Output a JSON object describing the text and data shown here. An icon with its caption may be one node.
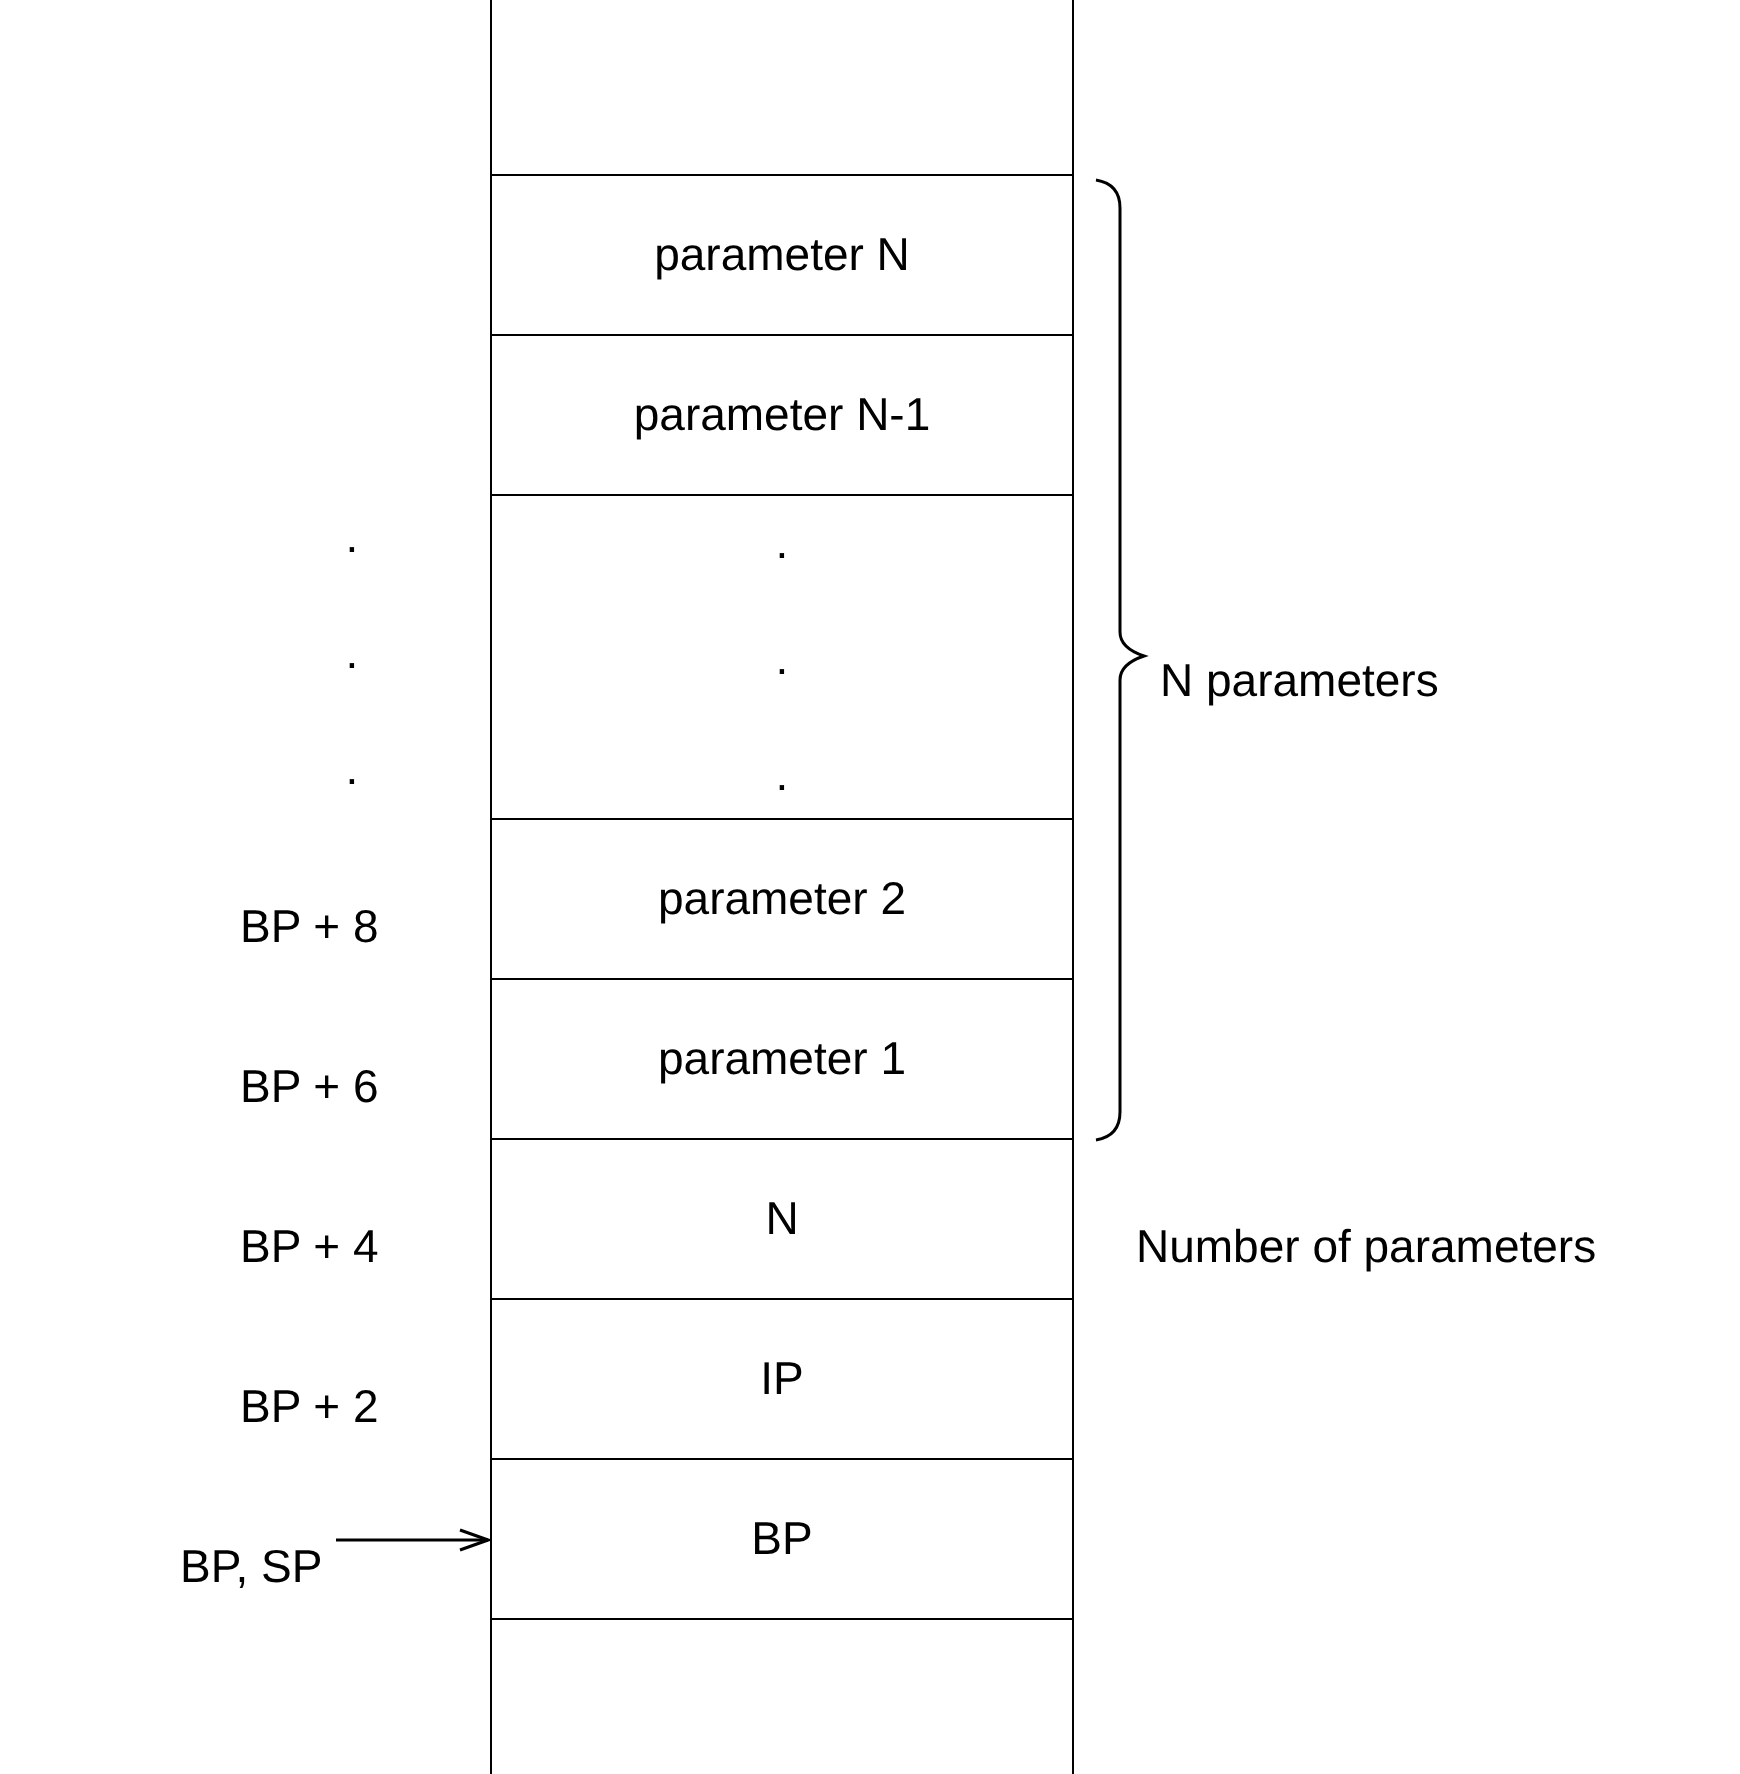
{
  "diagram": {
    "nodes": [
      {
        "text": [],
        "shape": "box"
      },
      {
        "text": [
          "parameter N"
        ]
      },
      {
        "text": [
          "parameter N-1"
        ]
      },
      {
        "text": [
          ". . ."
        ]
      },
      {
        "text": [
          "parameter 2"
        ]
      },
      {
        "text": [
          "parameter 1"
        ]
      },
      {
        "text": [
          "N"
        ]
      },
      {
        "text": [
          "IP"
        ]
      },
      {
        "text": [
          "BP"
        ]
      },
      {
        "text": [],
        "shape": "box"
      },
      {
        "text": [
          "BP, SP"
        ]
      }
    ],
    "edges": [
      {
        "from": 10,
        "to": 8,
        "arrow": "to"
      }
    ],
    "labels": [
      ". . .",
      "BP + 8",
      "BP + 6",
      "BP + 4",
      "BP + 2",
      "N parameters",
      "Number of parameters"
    ]
  }
}
